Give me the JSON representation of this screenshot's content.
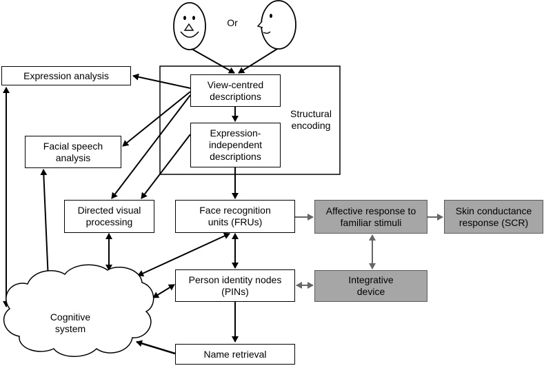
{
  "face_choice": {
    "or_label": "Or"
  },
  "structural_encoding": {
    "label": "Structural\nencoding",
    "view_centred": "View-centred\ndescriptions",
    "expression_independent": "Expression-\nindependent\ndescriptions"
  },
  "boxes": {
    "expression_analysis": "Expression analysis",
    "facial_speech": "Facial speech\nanalysis",
    "directed_visual": "Directed visual\nprocessing",
    "fru": "Face recognition\nunits (FRUs)",
    "affective": "Affective response to\nfamiliar stimuli",
    "scr": "Skin conductance\nresponse (SCR)",
    "pin": "Person identity nodes\n(PINs)",
    "integrative": "Integrative\ndevice",
    "name_retrieval": "Name retrieval"
  },
  "cognitive_system": {
    "label": "Cognitive\nsystem"
  },
  "colors": {
    "line": "#000000",
    "gray_line": "#666666",
    "gray_fill": "#a6a6a6"
  }
}
